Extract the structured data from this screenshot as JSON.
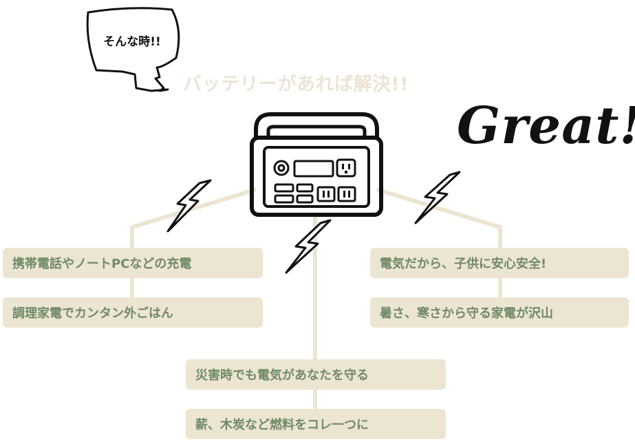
{
  "bubble": {
    "text": "そんな時!!"
  },
  "headline": "バッテリーがあれば解決!!",
  "exclamation": "Great!",
  "benefits": {
    "left": [
      "携帯電話やノートPCなどの充電",
      "調理家電でカンタン外ごはん"
    ],
    "right": [
      "電気だから、子供に安心安全!",
      "暑さ、寒さから守る家電が沢山"
    ],
    "bottom": [
      "災害時でも電気があなたを守る",
      "薪、木炭など燃料をコレ一つに"
    ]
  },
  "colors": {
    "box_bg": "#ece5d2",
    "box_text": "#6f8a68",
    "connector": "#ece5d2",
    "headline": "#ece4d4",
    "ink": "#111111"
  },
  "icons": [
    "speech-bubble-icon",
    "portable-power-station-icon",
    "lightning-bolt-icon"
  ]
}
